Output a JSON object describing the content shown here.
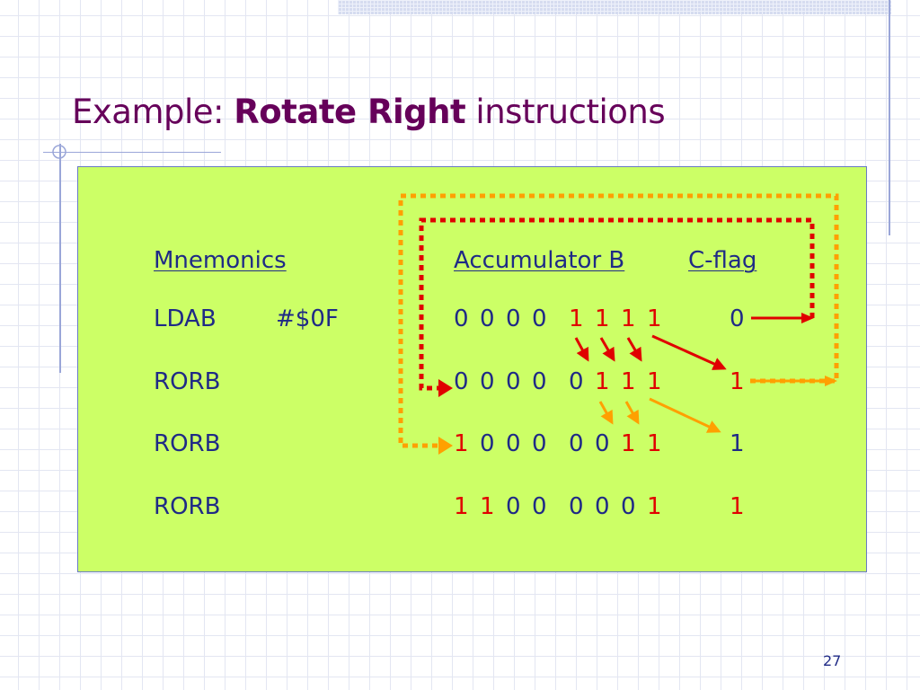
{
  "title": {
    "prefix": "Example: ",
    "bold": "Rotate Right",
    "suffix": " instructions"
  },
  "headers": {
    "mnemonics": "Mnemonics",
    "accumulator": "Accumulator B",
    "cflag": "C-flag"
  },
  "rows": [
    {
      "mnemonic": "LDAB",
      "operand": "#$0F",
      "bits": [
        "0",
        "0",
        "0",
        "0",
        "1",
        "1",
        "1",
        "1"
      ],
      "highlight": [
        false,
        false,
        false,
        false,
        true,
        true,
        true,
        true
      ],
      "cflag": "0",
      "cflag_highlight": false
    },
    {
      "mnemonic": "RORB",
      "operand": "",
      "bits": [
        "0",
        "0",
        "0",
        "0",
        "0",
        "1",
        "1",
        "1"
      ],
      "highlight": [
        false,
        false,
        false,
        false,
        false,
        true,
        true,
        true
      ],
      "cflag": "1",
      "cflag_highlight": true
    },
    {
      "mnemonic": "RORB",
      "operand": "",
      "bits": [
        "1",
        "0",
        "0",
        "0",
        "0",
        "0",
        "1",
        "1"
      ],
      "highlight": [
        true,
        false,
        false,
        false,
        false,
        false,
        true,
        true
      ],
      "cflag": "1",
      "cflag_highlight": false
    },
    {
      "mnemonic": "RORB",
      "operand": "",
      "bits": [
        "1",
        "1",
        "0",
        "0",
        "0",
        "0",
        "0",
        "1"
      ],
      "highlight": [
        true,
        true,
        false,
        false,
        false,
        false,
        false,
        true
      ],
      "cflag": "1",
      "cflag_highlight": true
    }
  ],
  "colors": {
    "title": "#66005a",
    "text": "#1f2a86",
    "highlight": "#e00000",
    "panel": "#ccff66",
    "arrow_red": "#e00000",
    "arrow_orange": "#ffa000"
  },
  "page_number": "27"
}
